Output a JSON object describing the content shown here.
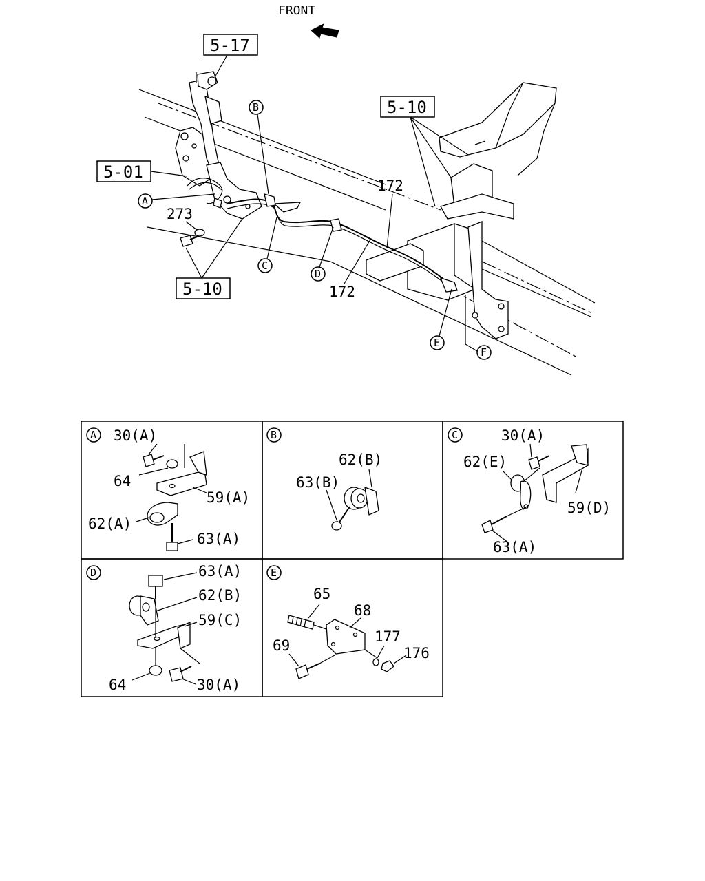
{
  "main": {
    "front_label": "FRONT",
    "refs": {
      "r517": "5-17",
      "r510_top": "5-10",
      "r501": "5-01",
      "r510_bottom": "5-10"
    },
    "parts": {
      "p273": "273",
      "p172_top": "172",
      "p172_bottom": "172"
    },
    "callouts": {
      "a": "A",
      "b": "B",
      "c": "C",
      "d": "D",
      "e": "E",
      "f": "F"
    }
  },
  "details": {
    "A": {
      "letter": "A",
      "l1": "30(A)",
      "l2": "64",
      "l3": "59(A)",
      "l4": "62(A)",
      "l5": "63(A)"
    },
    "B": {
      "letter": "B",
      "l1": "62(B)",
      "l2": "63(B)"
    },
    "C": {
      "letter": "C",
      "l1": "30(A)",
      "l2": "62(E)",
      "l3": "59(D)",
      "l4": "63(A)"
    },
    "D": {
      "letter": "D",
      "l1": "63(A)",
      "l2": "62(B)",
      "l3": "59(C)",
      "l4": "64",
      "l5": "30(A)"
    },
    "E": {
      "letter": "E",
      "l1": "65",
      "l2": "68",
      "l3": "177",
      "l4": "69",
      "l5": "176"
    }
  }
}
